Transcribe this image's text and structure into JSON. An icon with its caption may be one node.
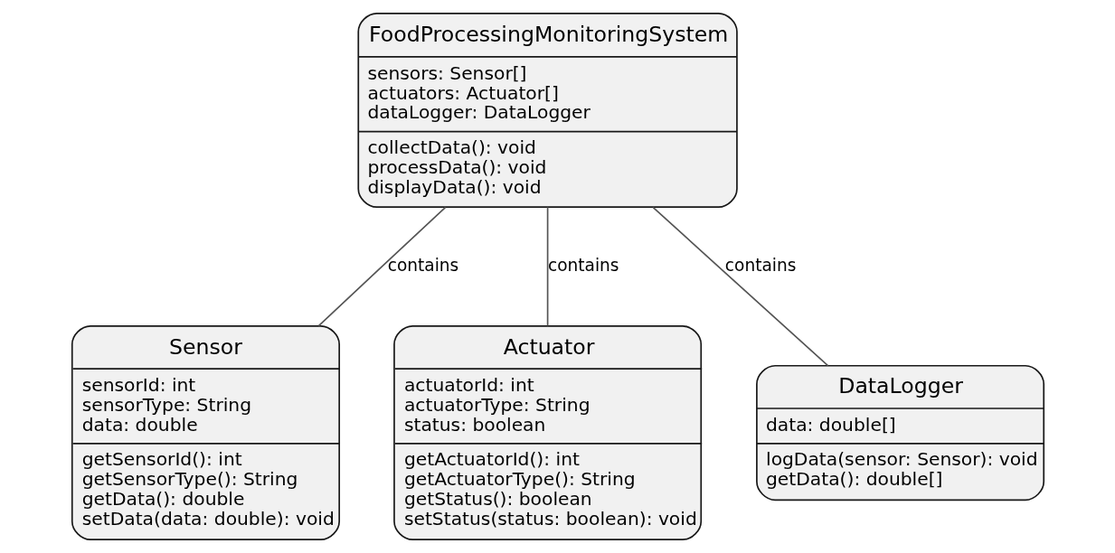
{
  "diagram": {
    "nodes": [
      {
        "text": [
          "FoodProcessingMonitoringSystem",
          "sensors: Sensor[]",
          "actuators: Actuator[]",
          "dataLogger: DataLogger",
          "collectData(): void",
          "processData(): void",
          "displayData(): void"
        ]
      },
      {
        "text": [
          "Sensor",
          "sensorId: int",
          "sensorType: String",
          "data: double",
          "getSensorId(): int",
          "getSensorType(): String",
          "getData(): double",
          "setData(data: double): void"
        ]
      },
      {
        "text": [
          "Actuator",
          "actuatorId: int",
          "actuatorType: String",
          "status: boolean",
          "getActuatorId(): int",
          "getActuatorType(): String",
          "getStatus(): boolean",
          "setStatus(status: boolean): void"
        ]
      },
      {
        "text": [
          "DataLogger",
          "data: double[]",
          "logData(sensor: Sensor): void",
          "getData(): double[]"
        ]
      }
    ],
    "edges": [
      {
        "from": 0,
        "to": 1,
        "arrow": "none",
        "label": "contains"
      },
      {
        "from": 0,
        "to": 2,
        "arrow": "none",
        "label": "contains"
      },
      {
        "from": 0,
        "to": 3,
        "arrow": "none",
        "label": "contains"
      }
    ]
  }
}
